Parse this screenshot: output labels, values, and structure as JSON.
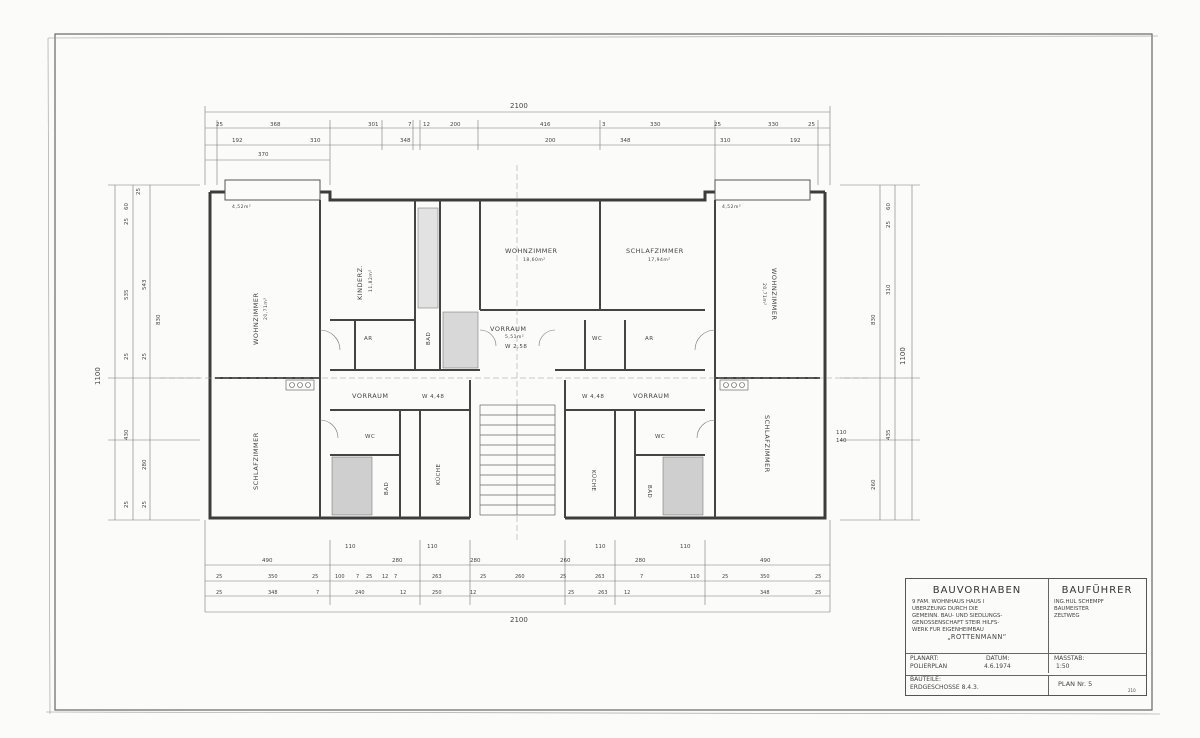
{
  "drawing": {
    "overall_width": "2100",
    "overall_height": "1100",
    "dims_top_row1": [
      "25",
      "368",
      "301",
      "7",
      "12",
      "200",
      "416",
      "3",
      "330",
      "25",
      "330",
      "25"
    ],
    "dims_top_row2": [
      "192",
      "310",
      "348",
      "200",
      "348",
      "310",
      "192"
    ],
    "dim_top_left": "370",
    "dims_bottom_row1": [
      "490",
      "110",
      "280",
      "110",
      "280",
      "260",
      "110",
      "280",
      "110",
      "490"
    ],
    "dims_bottom_row2": [
      "25",
      "350",
      "25",
      "100",
      "7",
      "25",
      "12",
      "7",
      "263",
      "25",
      "260",
      "25",
      "263",
      "7",
      "110",
      "25",
      "350",
      "25"
    ],
    "dims_bottom_row3": [
      "25",
      "348",
      "7",
      "240",
      "12",
      "250",
      "12",
      "25",
      "263",
      "12",
      "348",
      "25"
    ],
    "dims_left": [
      "25",
      "60",
      "25",
      "543",
      "830",
      "535",
      "1100",
      "25",
      "25",
      "430",
      "280",
      "25",
      "25"
    ],
    "dims_right": [
      "60",
      "25",
      "310",
      "830",
      "1100",
      "435",
      "260",
      "110",
      "140"
    ],
    "rooms": {
      "wohnzimmer_left": "WOHNZIMMER",
      "wohnzimmer_left_area": "20,71m²",
      "kinderzimmer": "KINDERZ.",
      "kinderzimmer_area": "11,82m²",
      "wohnzimmer_center": "WOHNZIMMER",
      "wohnzimmer_center_area": "18,60m²",
      "schlafzimmer_center": "SCHLAFZIMMER",
      "schlafzimmer_center_area": "17,94m²",
      "wohnzimmer_right": "WOHNZIMMER",
      "wohnzimmer_right_area": "20,71m²",
      "vorraum_center": "VORRAUM",
      "vorraum_center_area": "5,51m²",
      "vorraum_left": "VORRAUM",
      "vorraum_right": "VORRAUM",
      "schlafzimmer_left": "SCHLAFZIMMER",
      "schlafzimmer_right": "SCHLAFZIMMER",
      "kueche_left": "KÜCHE",
      "kueche_right": "KÜCHE",
      "bad_left": "BAD",
      "bad_right": "BAD",
      "bad_center": "BAD",
      "wc_left": "WC",
      "wc_right": "WC",
      "wc_center": "WC",
      "ar_left": "AR",
      "ar_right": "AR",
      "balcony_left_area": "4,52m²",
      "balcony_right_area": "4,52m²",
      "w_label_left": "W 4,48",
      "w_label_center": "W 2,58",
      "w_label_right": "W 4,48"
    }
  },
  "title_block": {
    "project_heading": "BAUVORHABEN",
    "builder_heading": "BAUFÜHRER",
    "project_lines": [
      "9 FAM. WOHNHAUS HAUS I",
      "ÜBERZEUNG DURCH DIE",
      "GEMEINN. BAU- UND SIEDLUNGS-",
      "GENOSSENSCHAFT STEIR HILFS-",
      "WERK FÜR EIGENHEIMBAU"
    ],
    "project_name": "„ROTTENMANN“",
    "builder_lines": [
      "ING.HUL SCHEMPF",
      "BAUMEISTER",
      "ZELTWEG"
    ],
    "plan_type_label": "PLANART:",
    "plan_type": "POLIERPLAN",
    "date_label": "DATUM:",
    "date": "4.6.1974",
    "scale_label": "MASSTAB:",
    "scale": "1:50",
    "part_label": "BAUTEILE:",
    "part": "ERDGESCHOSSE 8.4.3.",
    "plan_no": "PLAN Nr. 5",
    "corner_note": "210"
  }
}
